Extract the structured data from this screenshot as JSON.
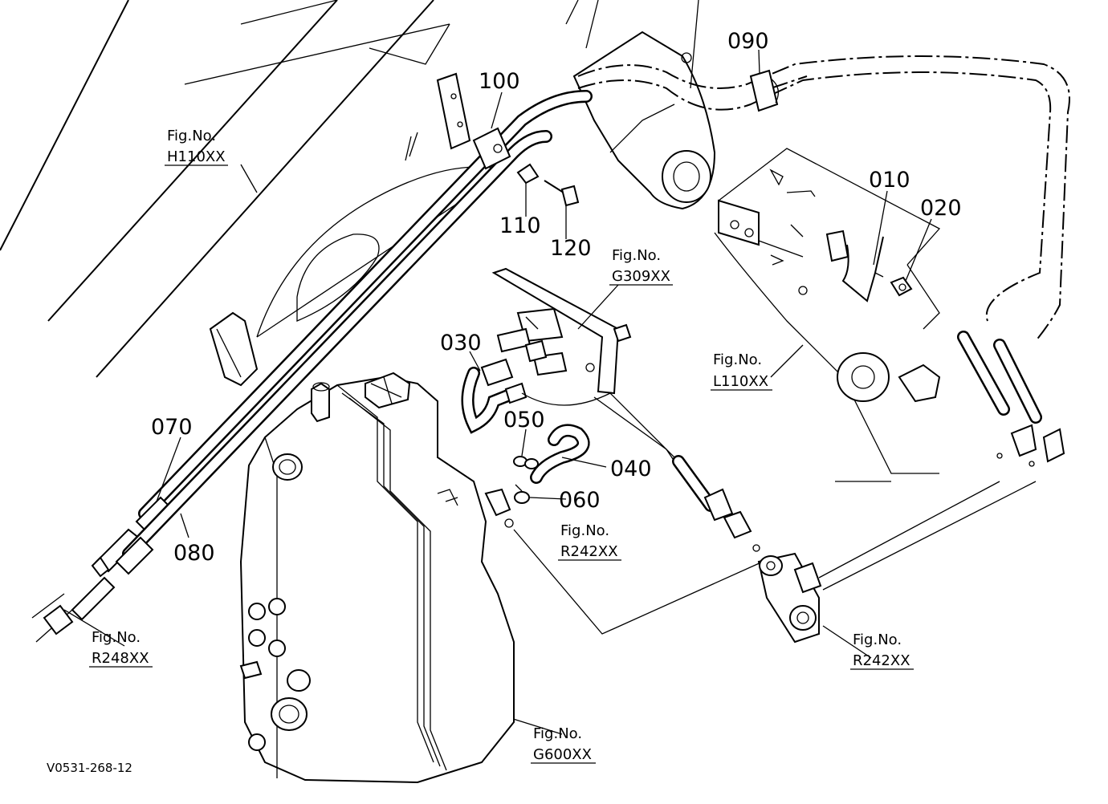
{
  "part_numbers": {
    "p010": "010",
    "p020": "020",
    "p030": "030",
    "p040": "040",
    "p050": "050",
    "p060": "060",
    "p070": "070",
    "p080": "080",
    "p090": "090",
    "p100": "100",
    "p110": "110",
    "p120": "120"
  },
  "figure_refs": {
    "h110": {
      "label": "Fig.No.",
      "code": "H110XX"
    },
    "g309": {
      "label": "Fig.No.",
      "code": "G309XX"
    },
    "l110": {
      "label": "Fig.No.",
      "code": "L110XX"
    },
    "r242_mid": {
      "label": "Fig.No.",
      "code": "R242XX"
    },
    "r242_right": {
      "label": "Fig.No.",
      "code": "R242XX"
    },
    "r248": {
      "label": "Fig.No.",
      "code": "R248XX"
    },
    "g600": {
      "label": "Fig.No.",
      "code": "G600XX"
    }
  },
  "drawing_code": "V0531-268-12"
}
